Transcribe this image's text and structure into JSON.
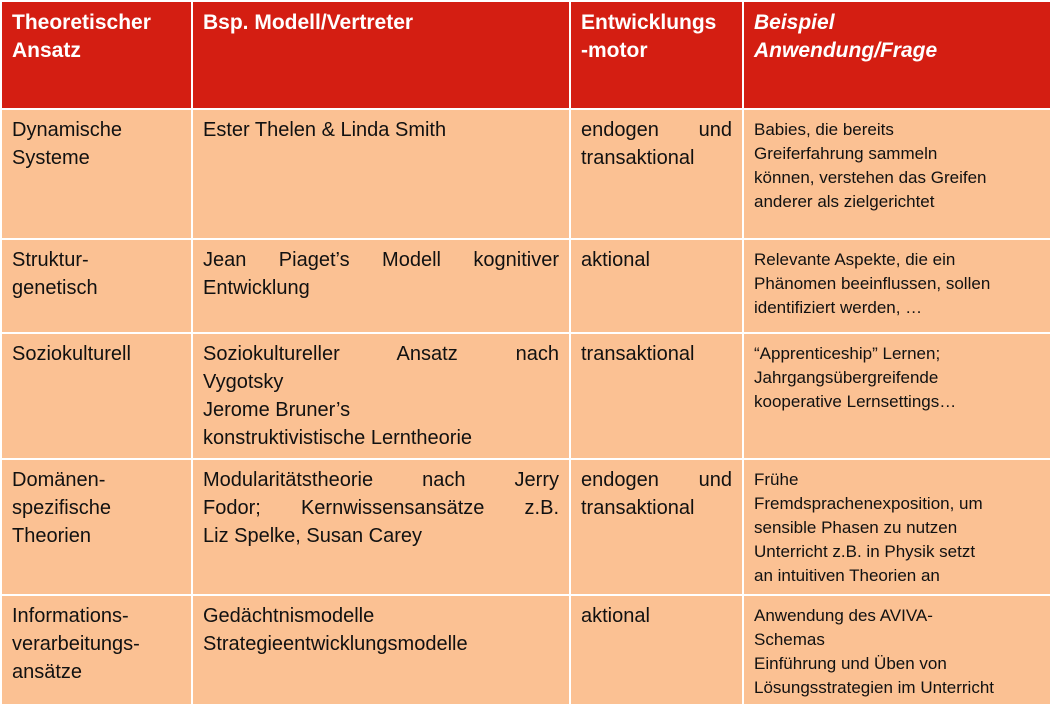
{
  "headers": {
    "col1": [
      "Theoretischer",
      "Ansatz"
    ],
    "col2": [
      "Bsp. Modell/Vertreter"
    ],
    "col3": [
      "Entwicklungs",
      "-motor"
    ],
    "col4": [
      "Beispiel",
      "Anwendung/Frage"
    ]
  },
  "rows": [
    {
      "ansatz": [
        "Dynamische",
        "Systeme"
      ],
      "modell": [
        "Ester Thelen & Linda Smith"
      ],
      "motor": [
        "endogen und",
        "transaktional"
      ],
      "beispiel": [
        "Babies, die bereits",
        "Greiferfahrung sammeln",
        "können, verstehen das Greifen",
        "anderer als zielgerichtet"
      ]
    },
    {
      "ansatz": [
        "Struktur-",
        "genetisch"
      ],
      "modell": [
        "Jean Piaget’s Modell kognitiver",
        "Entwicklung"
      ],
      "motor": [
        "aktional"
      ],
      "beispiel": [
        "Relevante Aspekte, die ein",
        "Phänomen beeinflussen, sollen",
        "identifiziert werden, …"
      ]
    },
    {
      "ansatz": [
        "Soziokulturell"
      ],
      "modell": [
        "Soziokultureller Ansatz nach",
        "Vygotsky",
        "Jerome Bruner’s",
        "konstruktivistische Lerntheorie"
      ],
      "motor": [
        "transaktional"
      ],
      "beispiel": [
        "“Apprenticeship” Lernen;",
        "Jahrgangsübergreifende",
        "kooperative Lernsettings…"
      ]
    },
    {
      "ansatz": [
        "Domänen-",
        "spezifische",
        "Theorien"
      ],
      "modell": [
        "Modularitätstheorie nach Jerry",
        "Fodor; Kernwissensansätze z.B.",
        "Liz Spelke, Susan Carey"
      ],
      "motor": [
        "endogen und",
        "transaktional"
      ],
      "beispiel": [
        "Frühe",
        "Fremdsprachenexposition, um",
        "sensible Phasen zu nutzen",
        "Unterricht z.B. in Physik setzt",
        "an intuitiven Theorien an"
      ]
    },
    {
      "ansatz": [
        "Informations-",
        "verarbeitungs-",
        "ansätze"
      ],
      "modell": [
        "Gedächtnismodelle",
        "Strategieentwicklungsmodelle"
      ],
      "motor": [
        "aktional"
      ],
      "beispiel": [
        "Anwendung des AVIVA-",
        "Schemas",
        "Einführung und Üben von",
        "Lösungsstrategien im Unterricht"
      ]
    }
  ]
}
